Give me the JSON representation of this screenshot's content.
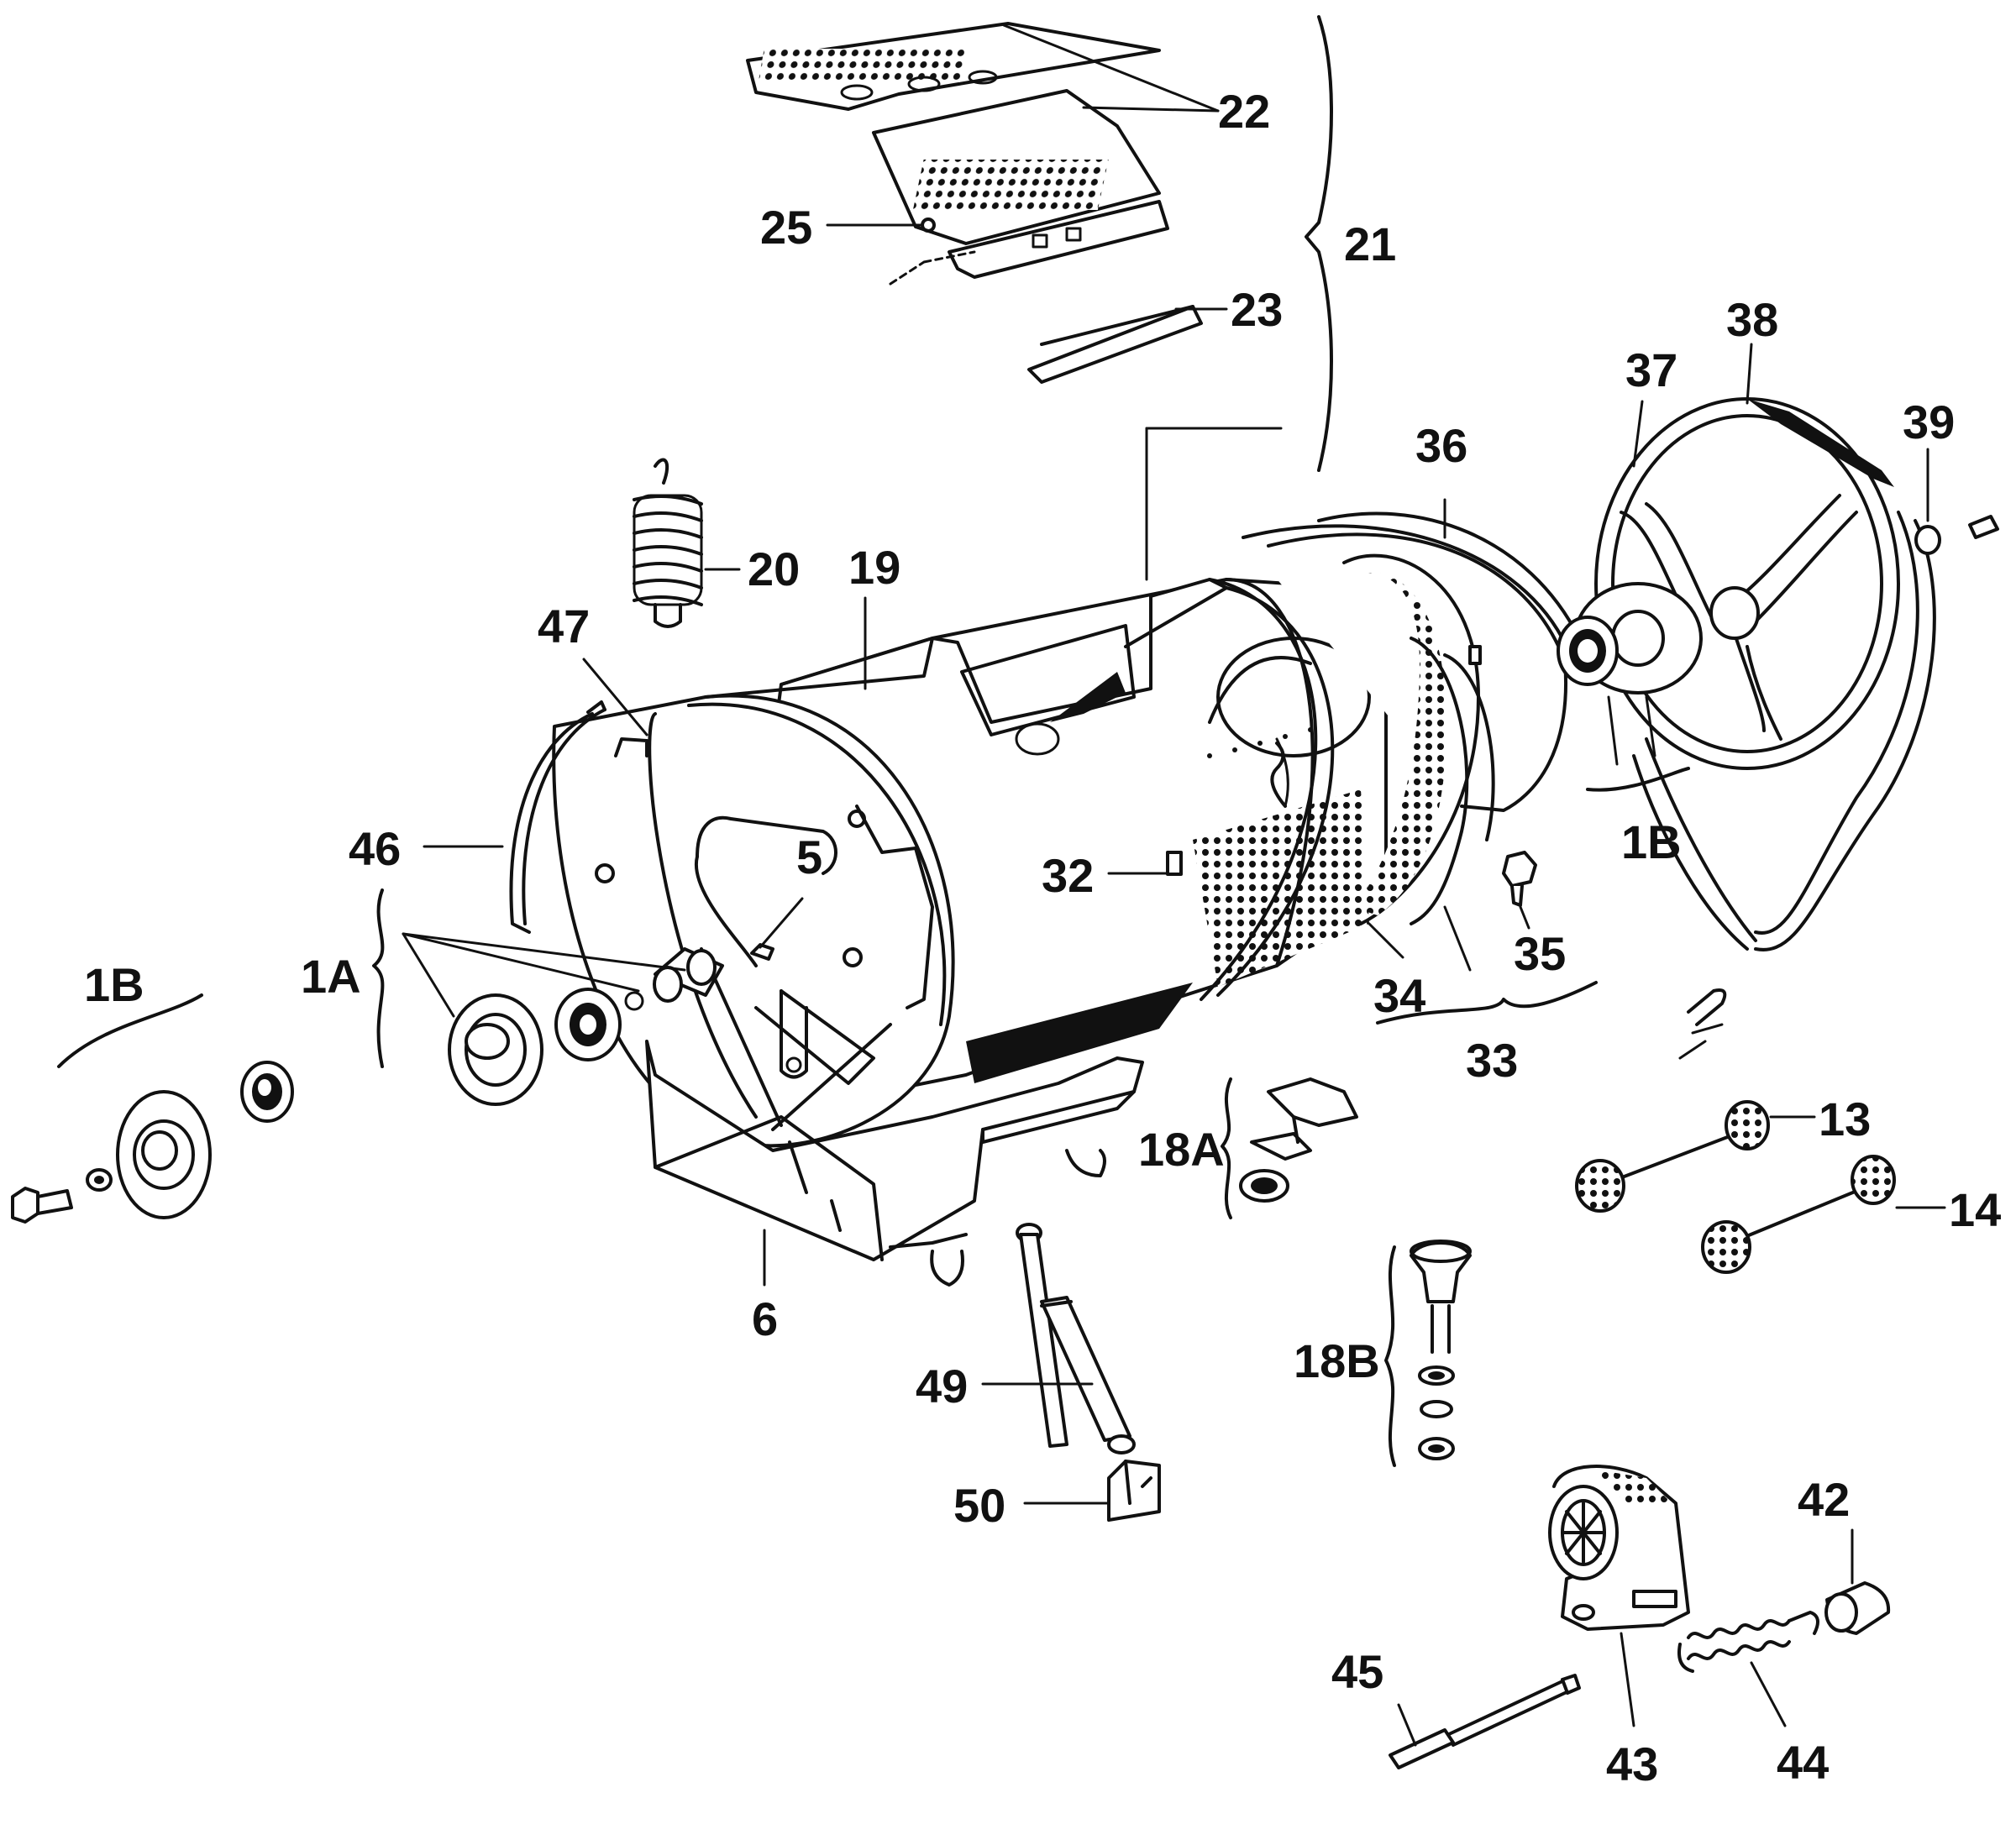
{
  "labels": {
    "l22": "22",
    "l21": "21",
    "l25": "25",
    "l23": "23",
    "l20": "20",
    "l19": "19",
    "l47": "47",
    "l46": "46",
    "l5": "5",
    "l1A": "1A",
    "l1B_left": "1B",
    "l6": "6",
    "l32": "32",
    "l36": "36",
    "l37": "37",
    "l38": "38",
    "l39": "39",
    "l1B_right": "1B",
    "l35": "35",
    "l34": "34",
    "l33": "33",
    "l18A": "18A",
    "l13": "13",
    "l14": "14",
    "l18B": "18B",
    "l49": "49",
    "l50": "50",
    "l42": "42",
    "l45": "45",
    "l43": "43",
    "l44": "44"
  }
}
